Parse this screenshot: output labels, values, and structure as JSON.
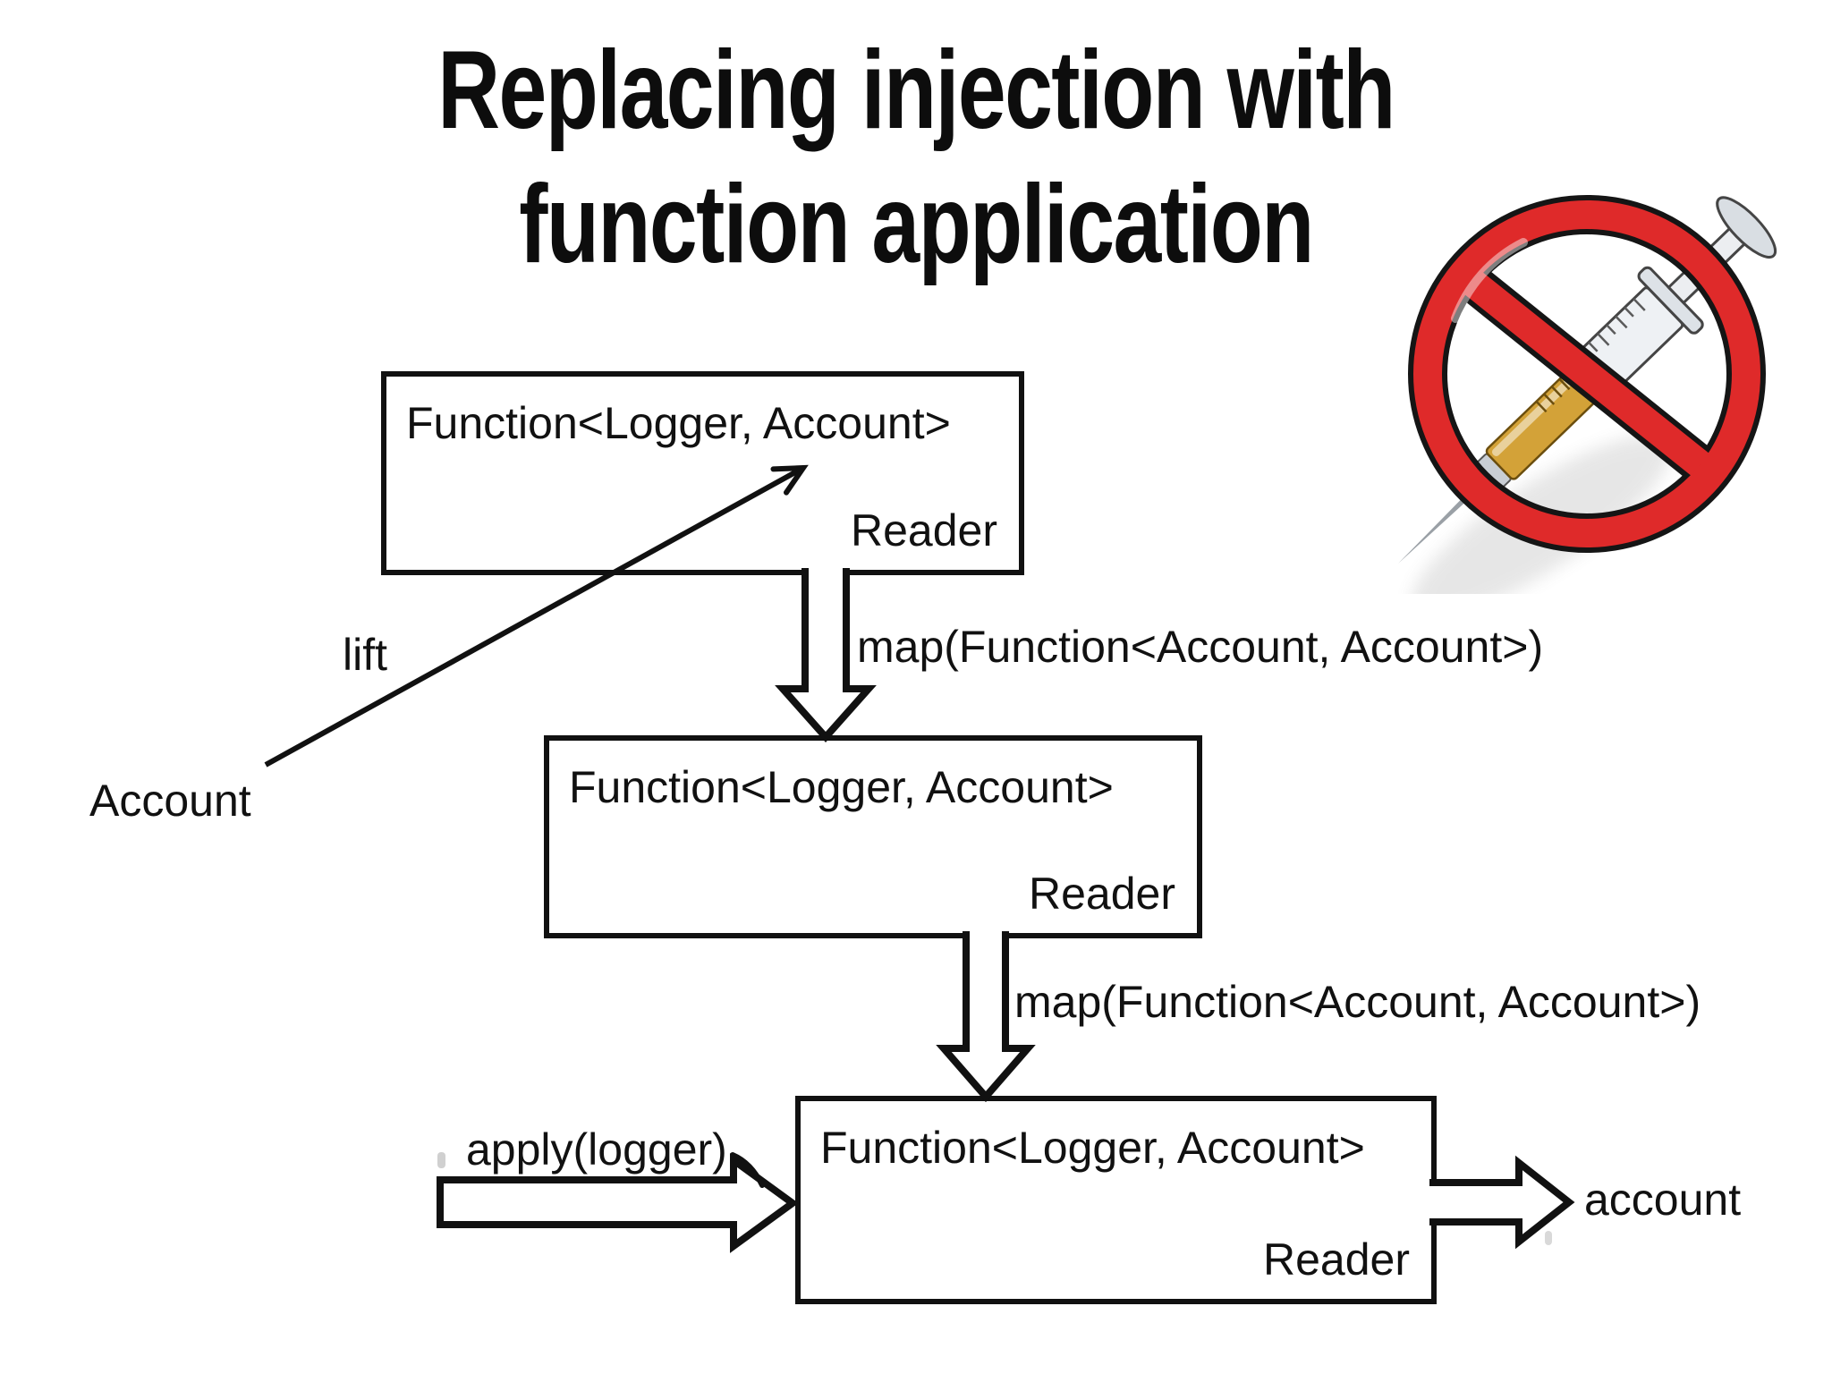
{
  "title": {
    "line1": "Replacing injection with",
    "line2": "function application"
  },
  "diagram": {
    "boxes": [
      {
        "type": "Function<Logger, Account>",
        "tag": "Reader"
      },
      {
        "type": "Function<Logger, Account>",
        "tag": "Reader"
      },
      {
        "type": "Function<Logger, Account>",
        "tag": "Reader"
      }
    ],
    "labels": {
      "map1": "map(Function<Account, Account>)",
      "map2": "map(Function<Account, Account>)",
      "lift": "lift",
      "source": "Account",
      "apply": "apply(logger)",
      "output": "account"
    }
  },
  "icon": {
    "meaning": "no-injection",
    "ring_color": "#df2a2a",
    "outline_color": "#151515",
    "barrel_gold": "#d3a238",
    "hub_teal": "#72cfc7",
    "metal_silver": "#eef1f4",
    "needle_gray": "#9aa0a6"
  }
}
